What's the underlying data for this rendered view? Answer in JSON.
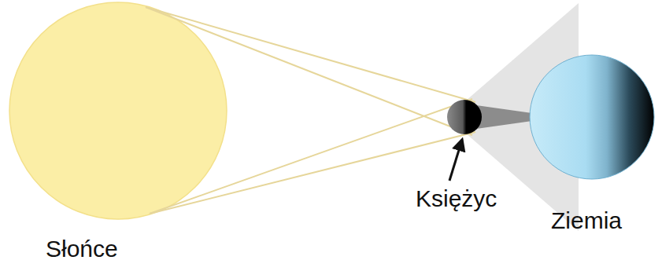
{
  "diagram": {
    "labels": [
      "Księżyc",
      "Ziemia",
      "Słońce"
    ]
  }
}
